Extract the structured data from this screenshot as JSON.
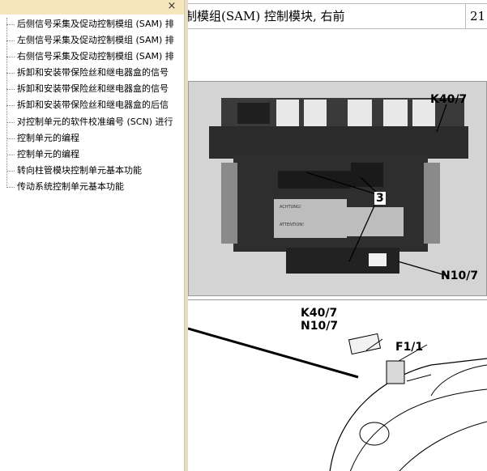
{
  "panel": {
    "close_glyph": "×",
    "items": [
      "后侧信号采集及促动控制模组 (SAM) 排",
      "左侧信号采集及促动控制模组 (SAM) 排",
      "右侧信号采集及促动控制模组 (SAM) 排",
      "拆卸和安装带保险丝和继电器盒的信号",
      "拆卸和安装带保险丝和继电器盒的信号",
      "拆卸和安装带保险丝和继电器盒的后信",
      "对控制单元的软件校准编号 (SCN) 进行",
      "控制单元的编程",
      "控制单元的编程",
      "转向柱管模块控制单元基本功能",
      "传动系统控制单元基本功能"
    ]
  },
  "document": {
    "title": "制模组(SAM) 控制模块, 右前",
    "page_cell": "21"
  },
  "figure_1": {
    "callouts": {
      "k40_7": "K40/7",
      "n10_7": "N10/7",
      "three": "3"
    },
    "warning_label_1": "ACHTUNG!",
    "warning_label_2": "ATTENTION!"
  },
  "figure_2": {
    "callouts": {
      "k40_7": "K40/7",
      "n10_7": "N10/7",
      "f1_1": "F1/1"
    }
  },
  "colors": {
    "panel_header": "#f6e6bb",
    "divider": "#e6ddc4",
    "photo_bg": "#cfcfcf"
  }
}
